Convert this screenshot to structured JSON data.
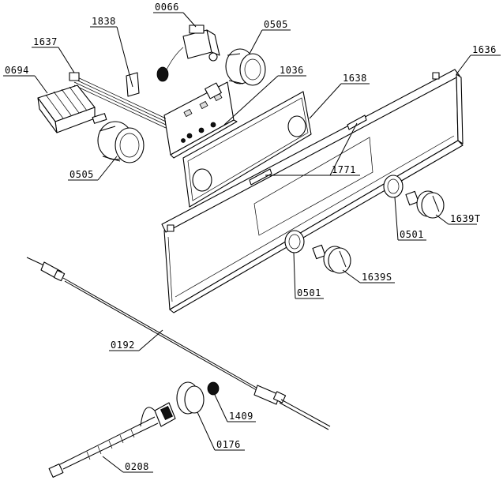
{
  "labels": {
    "p0066": "0066",
    "p1838": "1838",
    "p0505_top": "0505",
    "p1637": "1637",
    "p1636": "1636",
    "p0694": "0694",
    "p1036": "1036",
    "p1638": "1638",
    "p1771": "1771",
    "p0505_left": "0505",
    "p0501_right": "0501",
    "p1639T": "1639T",
    "p0501_mid": "0501",
    "p1639S": "1639S",
    "p0192": "0192",
    "p1409": "1409",
    "p0176": "0176",
    "p0208": "0208"
  },
  "icons": [
    "knob-icon",
    "switch-icon",
    "thermostat-icon",
    "bezel-ring-icon"
  ]
}
